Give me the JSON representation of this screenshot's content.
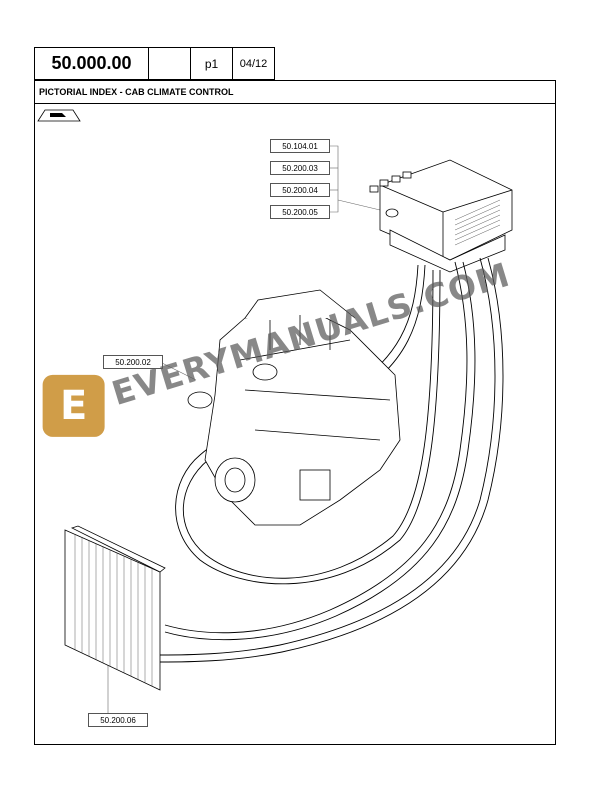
{
  "header": {
    "code": "50.000.00",
    "page": "p1",
    "date": "04/12"
  },
  "title": "PICTORIAL INDEX - CAB CLIMATE CONTROL",
  "callouts": {
    "c1": "50.104.01",
    "c2": "50.200.03",
    "c3": "50.200.04",
    "c4": "50.200.05",
    "c5": "50.200.02",
    "c6": "50.200.06"
  },
  "watermark": {
    "text": "EVERYMANUALS.COM",
    "logo_letter": "E"
  },
  "icons": {
    "nav": "page-turn-icon"
  }
}
